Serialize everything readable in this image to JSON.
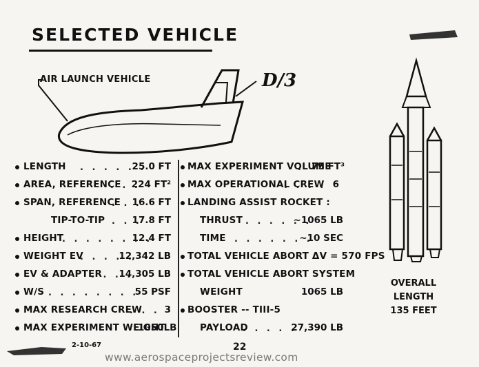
{
  "title": "SELECTED VEHICLE",
  "callout_label": "AIR LAUNCH VEHICLE",
  "vehicle_name": "D/3",
  "left_specs": [
    {
      "label": "LENGTH",
      "value": "25.0 FT"
    },
    {
      "label": "AREA, REFERENCE",
      "value": "224 FT²"
    },
    {
      "label": "SPAN, REFERENCE",
      "value": "16.6 FT"
    },
    {
      "label": "TIP-TO-TIP",
      "value": "17.8 FT"
    },
    {
      "label": "HEIGHT",
      "value": "12.4 FT"
    },
    {
      "label": "WEIGHT EV",
      "value": "12,342 LB"
    },
    {
      "label": "EV & ADAPTER",
      "value": "14,305 LB"
    },
    {
      "label": "W/S",
      "value": "55 PSF"
    },
    {
      "label": "MAX RESEARCH CREW",
      "value": "3"
    },
    {
      "label": "MAX EXPERIMENT WEIGHT",
      "value": "1050LB"
    }
  ],
  "right_specs": [
    {
      "label": "MAX EXPERIMENT VOLUME",
      "value": "75 FT³"
    },
    {
      "label": "MAX OPERATIONAL CREW",
      "value": "6"
    },
    {
      "label": "LANDING ASSIST ROCKET :",
      "value": ""
    },
    {
      "label": "THRUST",
      "value": "~1065 LB"
    },
    {
      "label": "TIME",
      "value": "~10 SEC"
    },
    {
      "label": "TOTAL VEHICLE ABORT ΔV = 570 FPS",
      "value": ""
    },
    {
      "label": "TOTAL VEHICLE ABORT SYSTEM",
      "value": ""
    },
    {
      "label": "WEIGHT",
      "value": "1065 LB"
    },
    {
      "label": "BOOSTER -- TIII-5",
      "value": ""
    },
    {
      "label": "PAYLOAD",
      "value": "27,390 LB"
    }
  ],
  "overall_length_label": "OVERALL LENGTH",
  "overall_length_value": "135 FEET",
  "footer_date": "2-10-67",
  "page_number": "22",
  "watermark": "www.aerospaceprojectsreview.com"
}
